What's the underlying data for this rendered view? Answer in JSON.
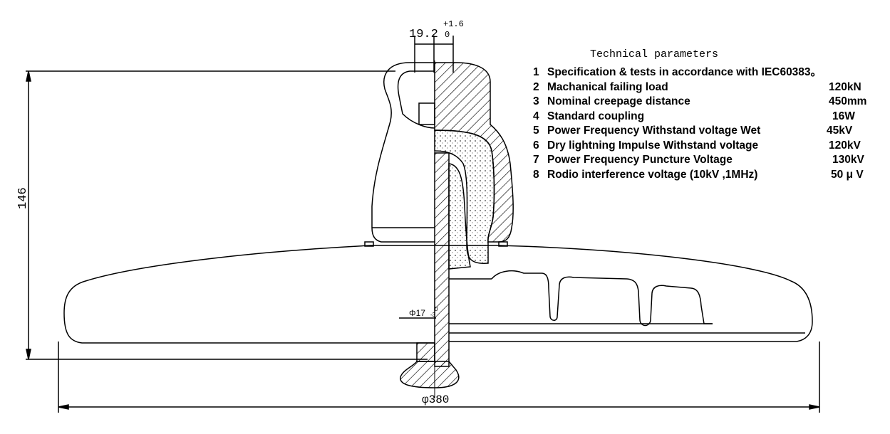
{
  "title": "Technical parameters",
  "parameters": [
    {
      "num": "1",
      "label": "Specification & tests in accordance with IEC60383。",
      "value": ""
    },
    {
      "num": "2",
      "label": "Machanical failing load",
      "value": "120kN"
    },
    {
      "num": "3",
      "label": "Nominal creepage distance",
      "value": "450mm"
    },
    {
      "num": "4",
      "label": "Standard coupling",
      "value": "16W"
    },
    {
      "num": "5",
      "label": "Power Frequency Withstand voltage Wet",
      "value": "45kV"
    },
    {
      "num": "6",
      "label": "Dry lightning Impulse Withstand voltage",
      "value": "120kV"
    },
    {
      "num": "7",
      "label": "Power Frequency Puncture Voltage",
      "value": "130kV"
    },
    {
      "num": "8",
      "label": "Rodio interference voltage (10kV ,1MHz)",
      "value": "50 μ V"
    }
  ],
  "dimensions": {
    "height": "146",
    "diameter": "φ380",
    "socket_width": "19.2",
    "socket_tol_upper": "+1.6",
    "socket_tol_lower": "0",
    "pin_diameter": "Φ17",
    "pin_tol_upper": "0",
    "pin_tol_lower": "-3"
  }
}
